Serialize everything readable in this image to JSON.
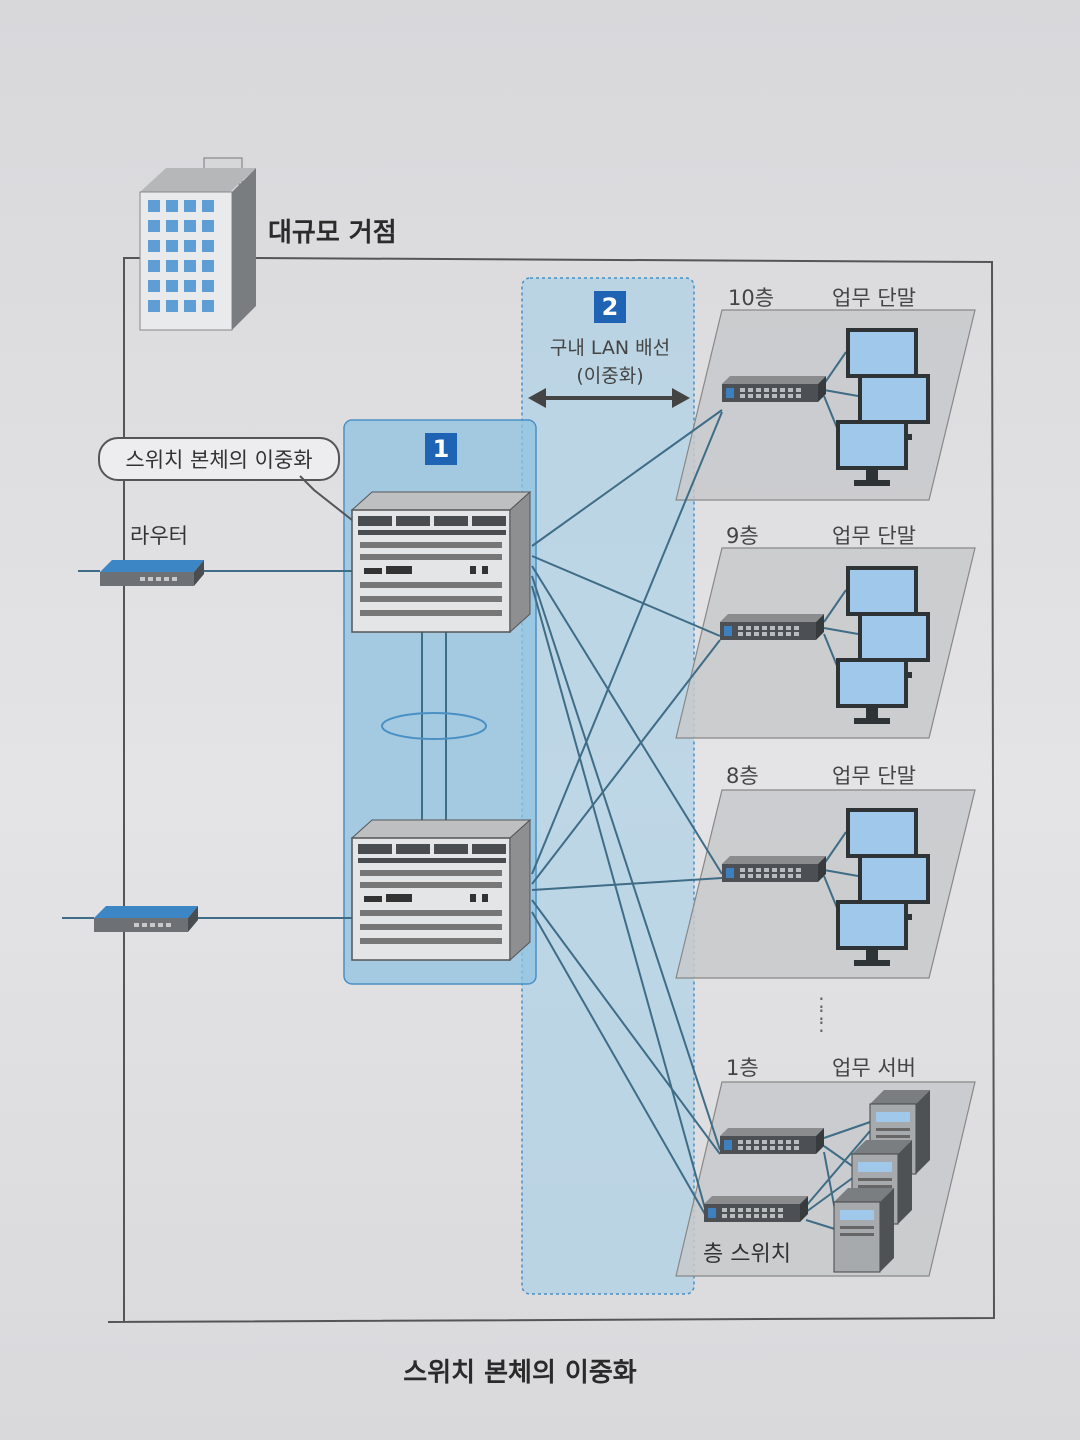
{
  "site_title": "대규모 거점",
  "callout": "스위치 본체의 이중화",
  "badge1": "1",
  "badge2": "2",
  "lan_label": "구내 LAN 배선\n(이중화)",
  "router_label": "라우터",
  "floors": [
    {
      "floor": "10층",
      "role": "업무 단말"
    },
    {
      "floor": "9층",
      "role": "업무 단말"
    },
    {
      "floor": "8층",
      "role": "업무 단말"
    },
    {
      "floor": "1층",
      "role": "업무 서버"
    }
  ],
  "ellipsis": ":",
  "floor_switch_label": "층 스위치",
  "caption": "스위치 본체의 이중화",
  "colors": {
    "highlight_blue": "#a9cfe6",
    "badge_blue": "#1f63b5",
    "line_blue": "#3f6c86",
    "monitor_blue": "#9fc8ea"
  }
}
